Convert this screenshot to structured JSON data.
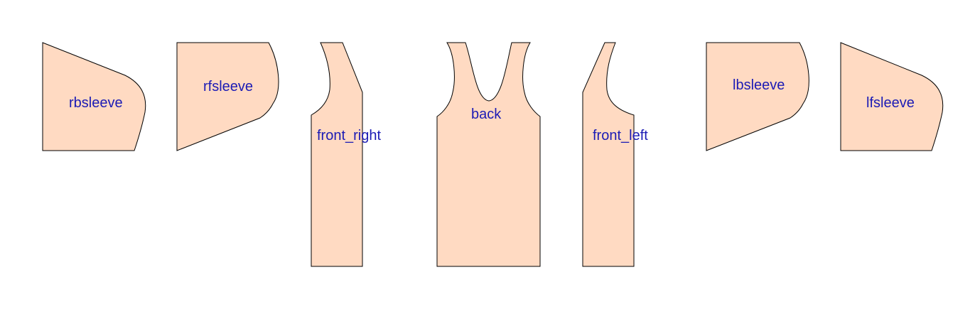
{
  "diagram": {
    "colors": {
      "piece_fill": "#FFDAC2",
      "piece_stroke": "#000000",
      "label_color": "#1B1BB5",
      "background": "#FFFFFF"
    },
    "pieces": [
      {
        "id": "rbsleeve",
        "label": "rbsleeve"
      },
      {
        "id": "rfsleeve",
        "label": "rfsleeve"
      },
      {
        "id": "front_right",
        "label": "front_right"
      },
      {
        "id": "back",
        "label": "back"
      },
      {
        "id": "front_left",
        "label": "front_left"
      },
      {
        "id": "lbsleeve",
        "label": "lbsleeve"
      },
      {
        "id": "lfsleeve",
        "label": "lfsleeve"
      }
    ]
  }
}
